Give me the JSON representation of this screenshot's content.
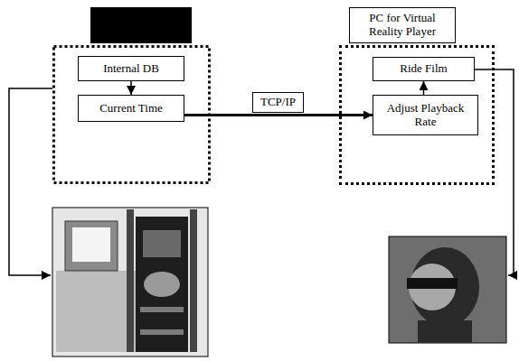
{
  "diagram": {
    "nodes": [
      {
        "text": [
          "Internal DB"
        ]
      },
      {
        "text": [
          "Current Time"
        ]
      },
      {
        "text": [
          "PC for Virtual Reality Player"
        ]
      },
      {
        "text": [
          "Ride Film"
        ],
        "in": 2
      },
      {
        "text": [
          "Adjust Playback Rate"
        ],
        "in": 2
      }
    ],
    "edges": [
      {
        "from": 0,
        "to": 1,
        "arrow": "to"
      },
      {
        "from": 1,
        "to": 4,
        "label": "TCP/IP",
        "arrow": "to"
      },
      {
        "from": 4,
        "to": 3,
        "arrow": "to"
      }
    ]
  }
}
